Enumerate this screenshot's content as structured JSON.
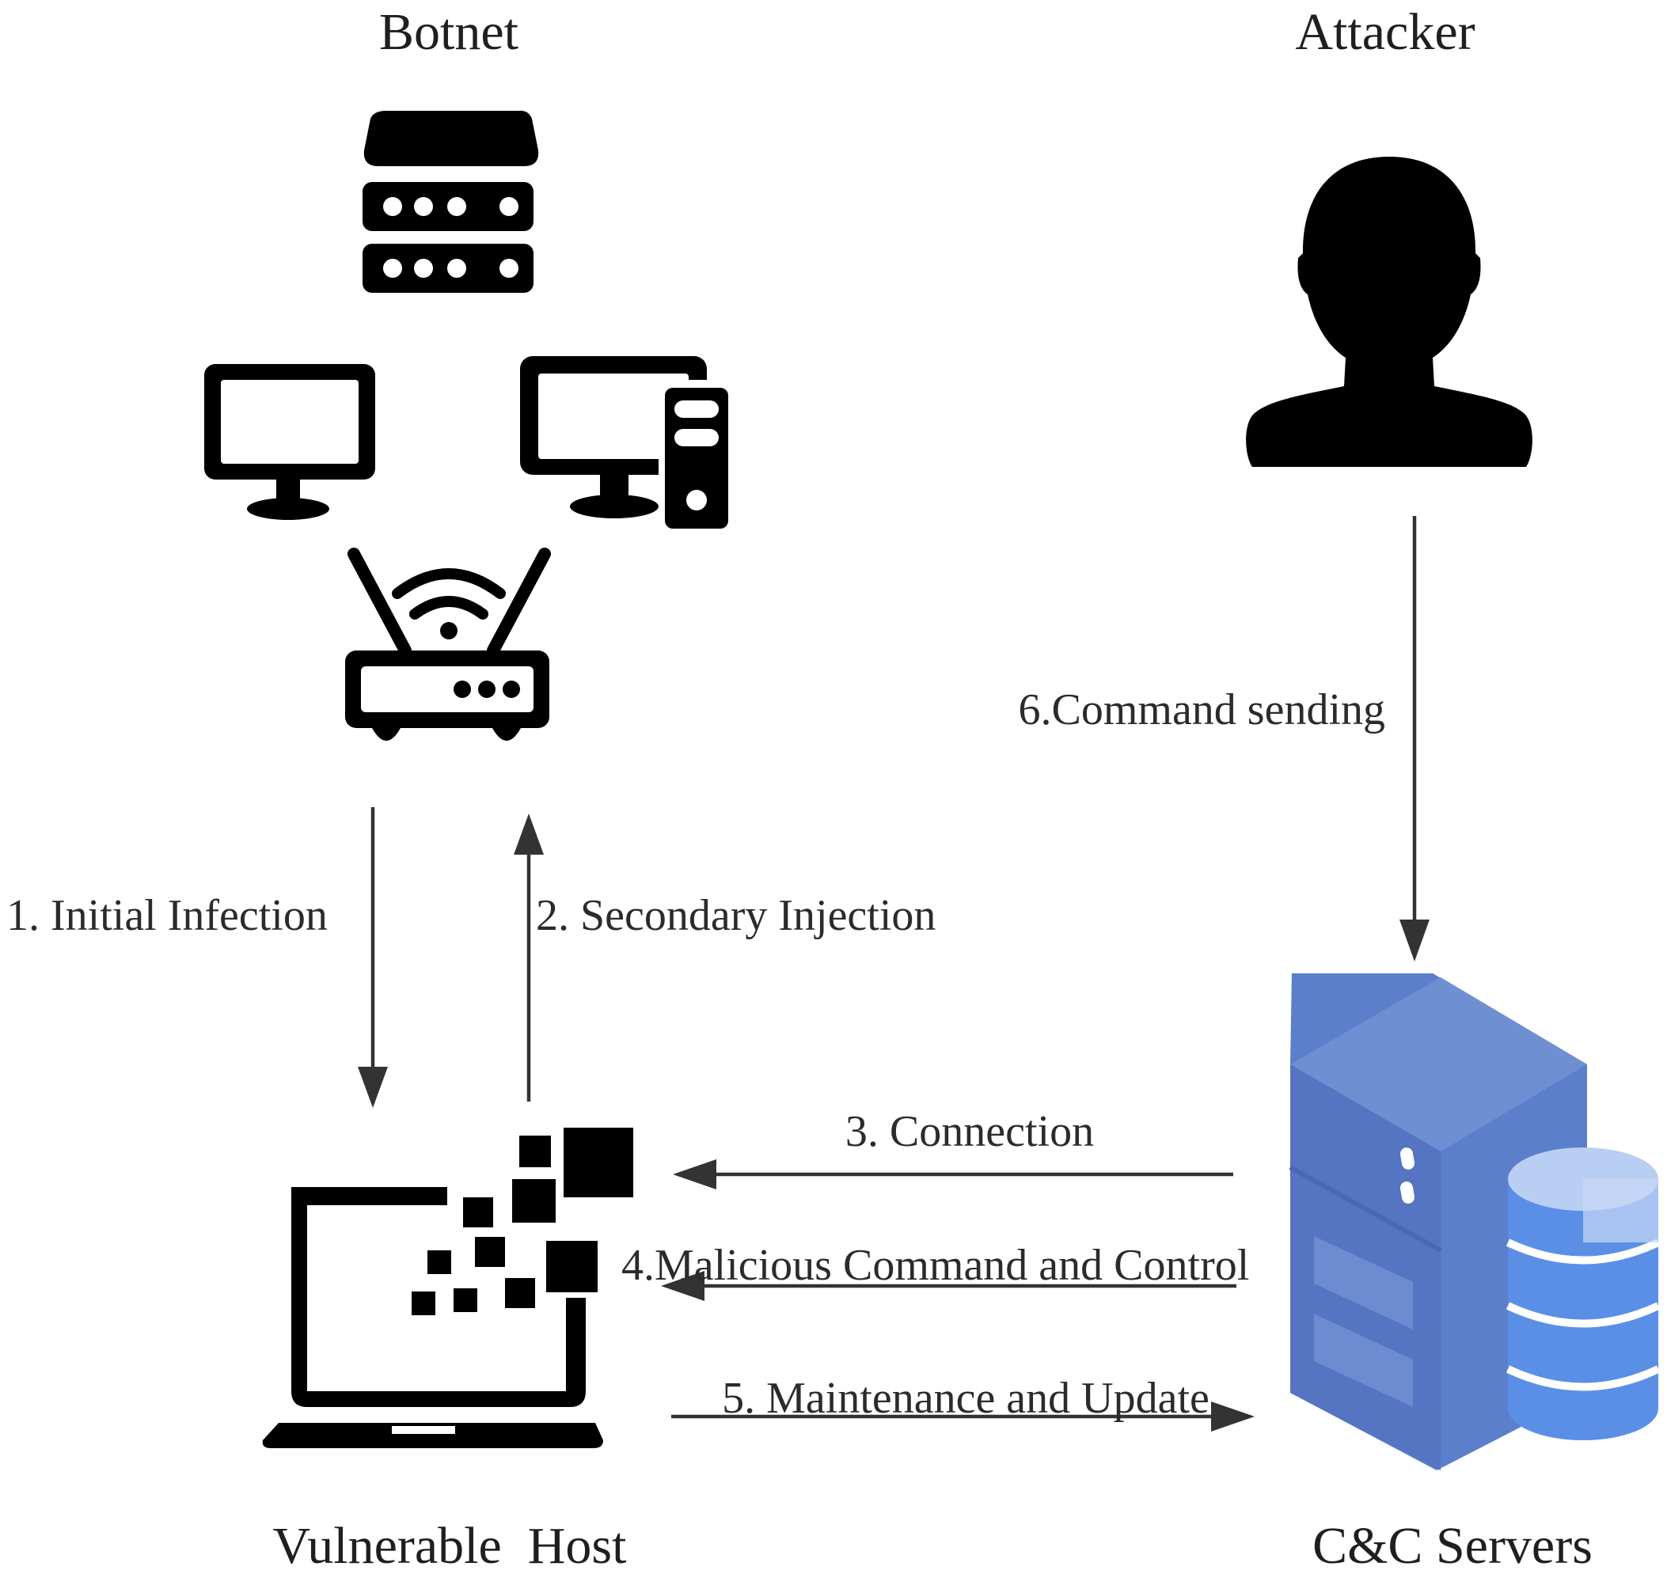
{
  "nodes": {
    "botnet": "Botnet",
    "attacker": "Attacker",
    "vulnerable_host": "Vulnerable  Host",
    "cc_servers": "C&C Servers"
  },
  "steps": {
    "initial_infection": "1. Initial Infection",
    "secondary_injection": "2. Secondary Injection",
    "connection": "3. Connection",
    "malicious_cc": "4.Malicious Command and Control",
    "maintenance_update": "5. Maintenance and Update",
    "command_sending": "6.Command sending"
  },
  "icons": [
    "server-rack-icon",
    "monitor-icon",
    "desktop-tower-icon",
    "wifi-router-icon",
    "attacker-silhouette-icon",
    "infected-laptop-icon",
    "cc-server-database-icon"
  ],
  "colors": {
    "server_blue": "#5b7fca",
    "server_top": "#6f8fd3",
    "database_blue": "#5b8fe6",
    "database_light": "#b9cef3"
  }
}
